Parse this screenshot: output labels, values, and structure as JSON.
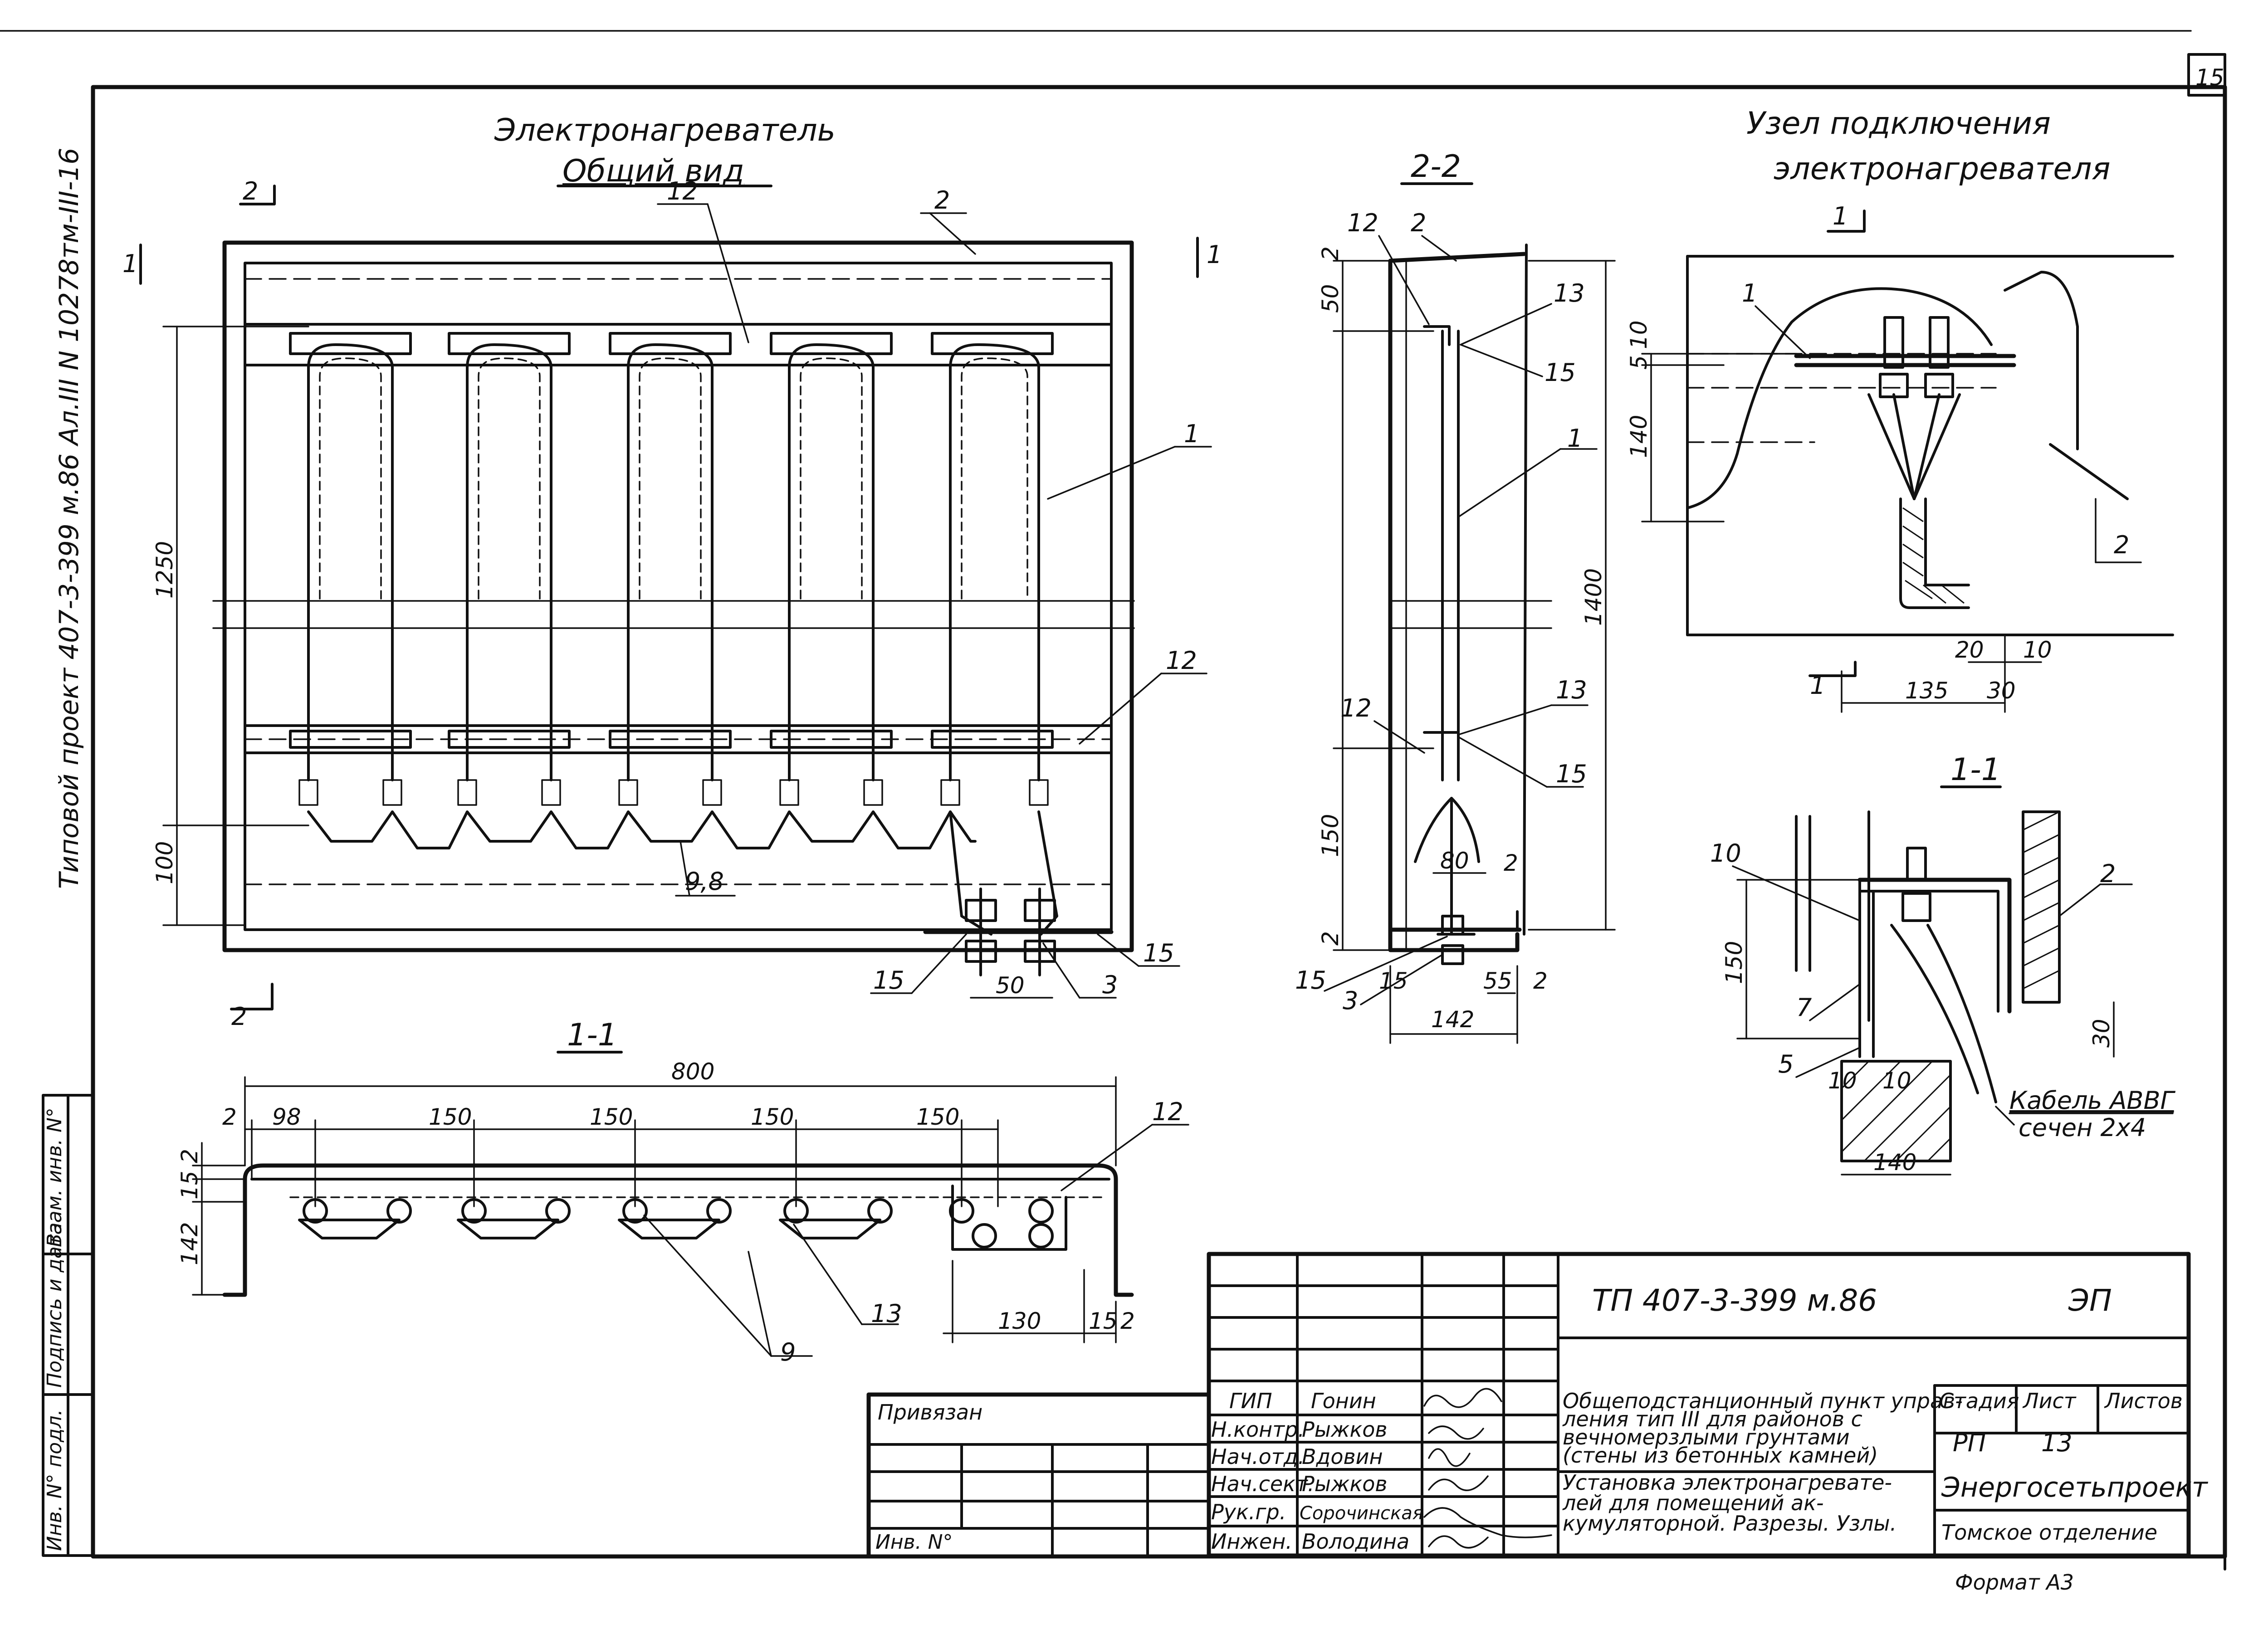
{
  "sheet_number": "15",
  "side_stamp": "Типовой проект 407-3-399 м.86   Ал.III N 10278тм-III-16",
  "margin_labels": [
    "Инв. N° подл.",
    "Подпись и дата",
    "Взам. инв. N°"
  ],
  "views": {
    "general": {
      "title": "Электронагреватель",
      "subtitle": "Общий вид",
      "dims": [
        "1250",
        "100",
        "50"
      ],
      "callouts": [
        "12",
        "2",
        "1",
        "12",
        "9,8",
        "15",
        "3",
        "15"
      ],
      "section_marks": [
        "2",
        "1",
        "1",
        "2"
      ]
    },
    "section_2_2": {
      "title": "2-2",
      "dims": [
        "50",
        "2",
        "1400",
        "150",
        "80",
        "2",
        "55",
        "2",
        "142",
        "2",
        "15"
      ],
      "callouts": [
        "12",
        "2",
        "13",
        "15",
        "1",
        "12",
        "13",
        "15",
        "15",
        "3"
      ]
    },
    "node": {
      "title_line1": "Узел подключения",
      "title_line2": "электронагревателя",
      "section_mark": "1",
      "dims": [
        "10",
        "5",
        "140",
        "135",
        "20",
        "10",
        "30"
      ],
      "callouts": [
        "1",
        "2"
      ],
      "section_mark_bottom": "1"
    },
    "section_1_1_right": {
      "title": "1-1",
      "dims": [
        "150",
        "10",
        "10",
        "140",
        "30"
      ],
      "callouts": [
        "10",
        "2",
        "7",
        "5"
      ],
      "cable_line1": "Кабель АВВГ",
      "cable_line2": "сечен 2х4"
    },
    "section_1_1_bottom": {
      "title": "1-1",
      "dims": [
        "800",
        "2",
        "98",
        "150",
        "150",
        "150",
        "150",
        "2",
        "15",
        "142",
        "130",
        "15",
        "2"
      ],
      "callouts": [
        "12",
        "9",
        "13"
      ]
    }
  },
  "title_block": {
    "designation": "ТП 407-3-399 м.86",
    "section_code": "ЭП",
    "bound_label": "Привязан",
    "inv_label": "Инв. N°",
    "roles": [
      "ГИП",
      "Н.контр.",
      "Нач.отд.",
      "Нач.сект.",
      "Рук.гр.",
      "Инжен."
    ],
    "names": [
      "Гонин",
      "Рыжков",
      "Вдовин",
      "Рыжков",
      "Сорочинская",
      "Володина"
    ],
    "project_title_lines": [
      "Общеподстанционный пункт управ-",
      "ления тип III для районов с",
      "вечномерзлыми грунтами",
      "(стены из бетонных камней)"
    ],
    "sheet_title_lines": [
      "Установка электронагревате-",
      "лей для помещений ак-",
      "кумуляторной. Разрезы. Узлы."
    ],
    "stage_header": "Стадия",
    "sheet_header": "Лист",
    "sheets_header": "Листов",
    "stage_value": "РП",
    "sheet_value": "13",
    "sheets_value": "",
    "organization": "Энергосетьпроект",
    "department": "Томское отделение"
  },
  "format_label": "Формат А3"
}
